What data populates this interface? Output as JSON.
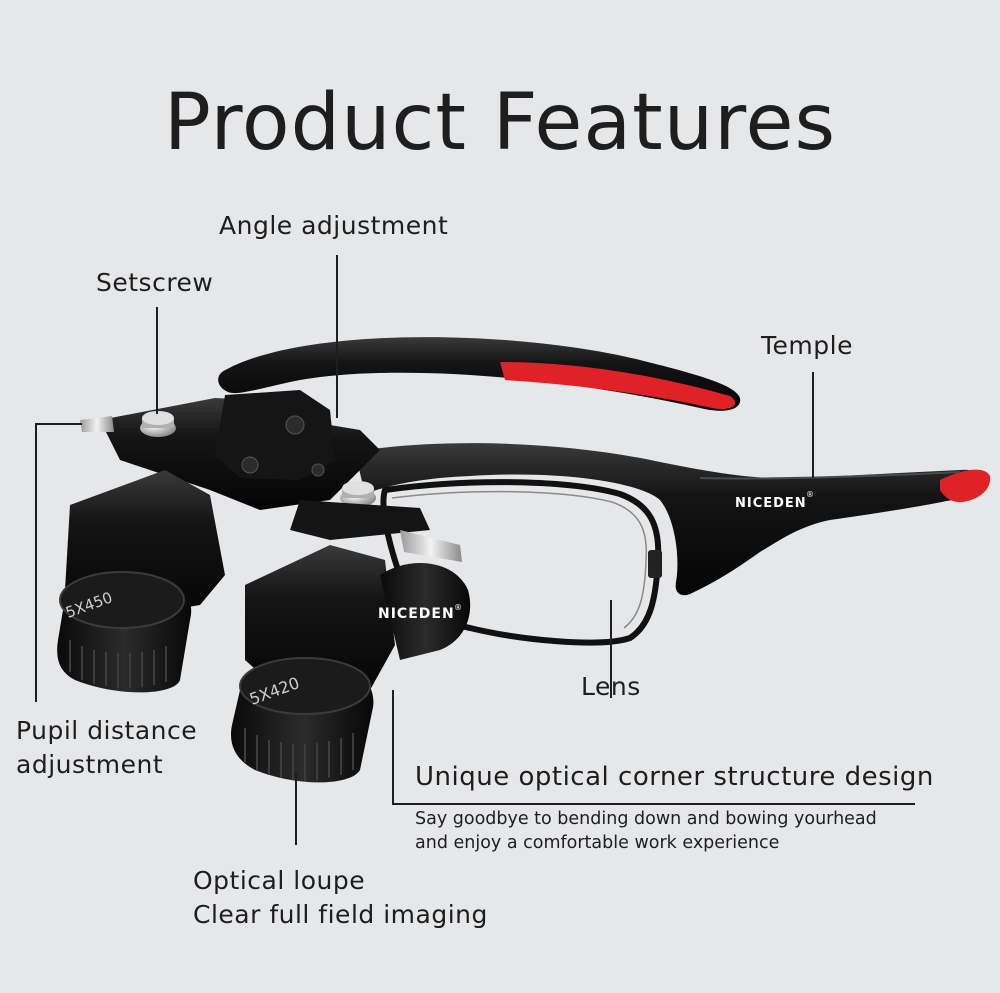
{
  "title": "Product Features",
  "labels": {
    "angle_adjustment": "Angle adjustment",
    "setscrew": "Setscrew",
    "temple": "Temple",
    "lens": "Lens",
    "pupil_distance_line1": "Pupil distance",
    "pupil_distance_line2": "adjustment",
    "optical_loupe_line1": "Optical loupe",
    "optical_loupe_line2": "Clear full field imaging",
    "corner_heading": "Unique optical corner structure design",
    "corner_desc_line1": "Say goodbye to bending down and bowing yourhead",
    "corner_desc_line2": "and enjoy a comfortable work experience"
  },
  "product": {
    "brand": "NICEDEN",
    "registered_mark": "®",
    "magnification_left": "5X450",
    "magnification_right": "5X420"
  },
  "colors": {
    "background": "#e6e7e9",
    "frame": "#111111",
    "accent_red": "#e02228",
    "text": "#1e1e1e"
  },
  "icons": {
    "product": "loupe-glasses-illustration"
  }
}
